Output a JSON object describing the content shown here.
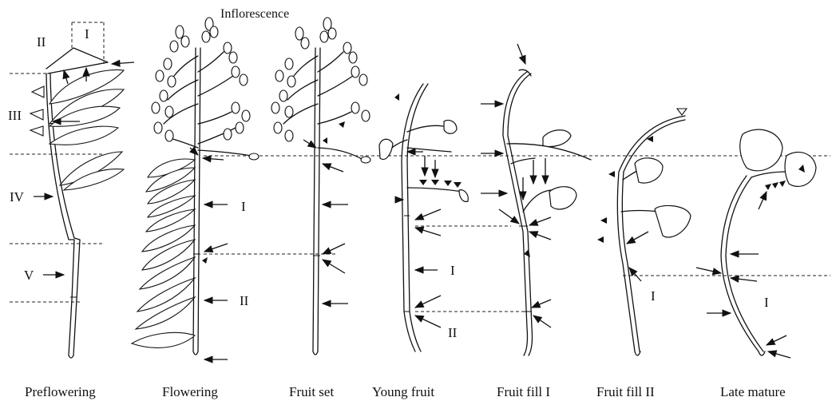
{
  "diagram": {
    "top_labels": {
      "inflorescence": "Inflorescence",
      "preflowering_II": "II",
      "preflowering_I": "I",
      "preflowering_III": "III",
      "preflowering_IV": "IV",
      "preflowering_V": "V",
      "flowering_I": "I",
      "flowering_II": "II",
      "young_fruit_I": "I",
      "young_fruit_II": "II",
      "fruit_fill_II_I": "I",
      "late_mature_I": "I"
    },
    "stages": [
      {
        "label": "Preflowering"
      },
      {
        "label": "Flowering"
      },
      {
        "label": "Fruit set"
      },
      {
        "label": "Young fruit"
      },
      {
        "label": "Fruit fill I"
      },
      {
        "label": "Fruit fill II"
      },
      {
        "label": "Late mature"
      }
    ]
  }
}
